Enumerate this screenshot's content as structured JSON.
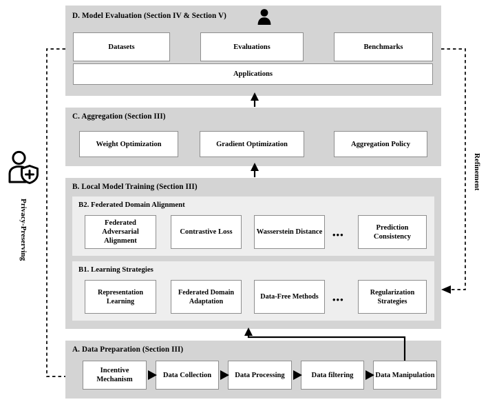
{
  "diagram": {
    "title_hidden": "",
    "colors": {
      "section_bg": "#d4d4d4",
      "subpanel_bg": "#eeeeee",
      "box_bg": "#ffffff",
      "box_border": "#8d8d8d",
      "line": "#000000",
      "page_bg": "#ffffff"
    },
    "side_labels": {
      "left": "Privacy-Preserving",
      "right": "Refinement"
    },
    "icons": {
      "left": "user-shield-icon",
      "evaluation": "user-person-icon"
    },
    "ellipsis": "•••"
  },
  "sections": {
    "d": {
      "id": "D",
      "title": "D. Model Evaluation (Section IV & Section V)",
      "boxes": [
        {
          "label": "Datasets"
        },
        {
          "label": "Evaluations"
        },
        {
          "label": "Benchmarks"
        }
      ],
      "wide_box": {
        "label": "Applications"
      }
    },
    "c": {
      "id": "C",
      "title": "C. Aggregation (Section III)",
      "boxes": [
        {
          "label": "Weight Optimization"
        },
        {
          "label": "Gradient Optimization"
        },
        {
          "label": "Aggregation Policy"
        }
      ]
    },
    "b": {
      "id": "B",
      "title": "B. Local Model Training (Section III)",
      "b2": {
        "title": "B2. Federated Domain Alignment",
        "boxes": [
          {
            "label": "Federated Adversarial Alignment"
          },
          {
            "label": "Contrastive Loss"
          },
          {
            "label": "Wasserstein Distance"
          },
          {
            "label": "Prediction Consistency"
          }
        ],
        "ellipsis": "•••"
      },
      "b1": {
        "title": "B1. Learning Strategies",
        "boxes": [
          {
            "label": "Representation Learning"
          },
          {
            "label": "Federated Domain Adaptation"
          },
          {
            "label": "Data-Free Methods"
          },
          {
            "label": "Regularization Strategies"
          }
        ],
        "ellipsis": "•••"
      }
    },
    "a": {
      "id": "A",
      "title": "A. Data Preparation (Section III)",
      "boxes": [
        {
          "label": "Incentive Mechanism"
        },
        {
          "label": "Data Collection"
        },
        {
          "label": "Data Processing"
        },
        {
          "label": "Data filtering"
        },
        {
          "label": "Data Manipulation"
        }
      ]
    }
  }
}
